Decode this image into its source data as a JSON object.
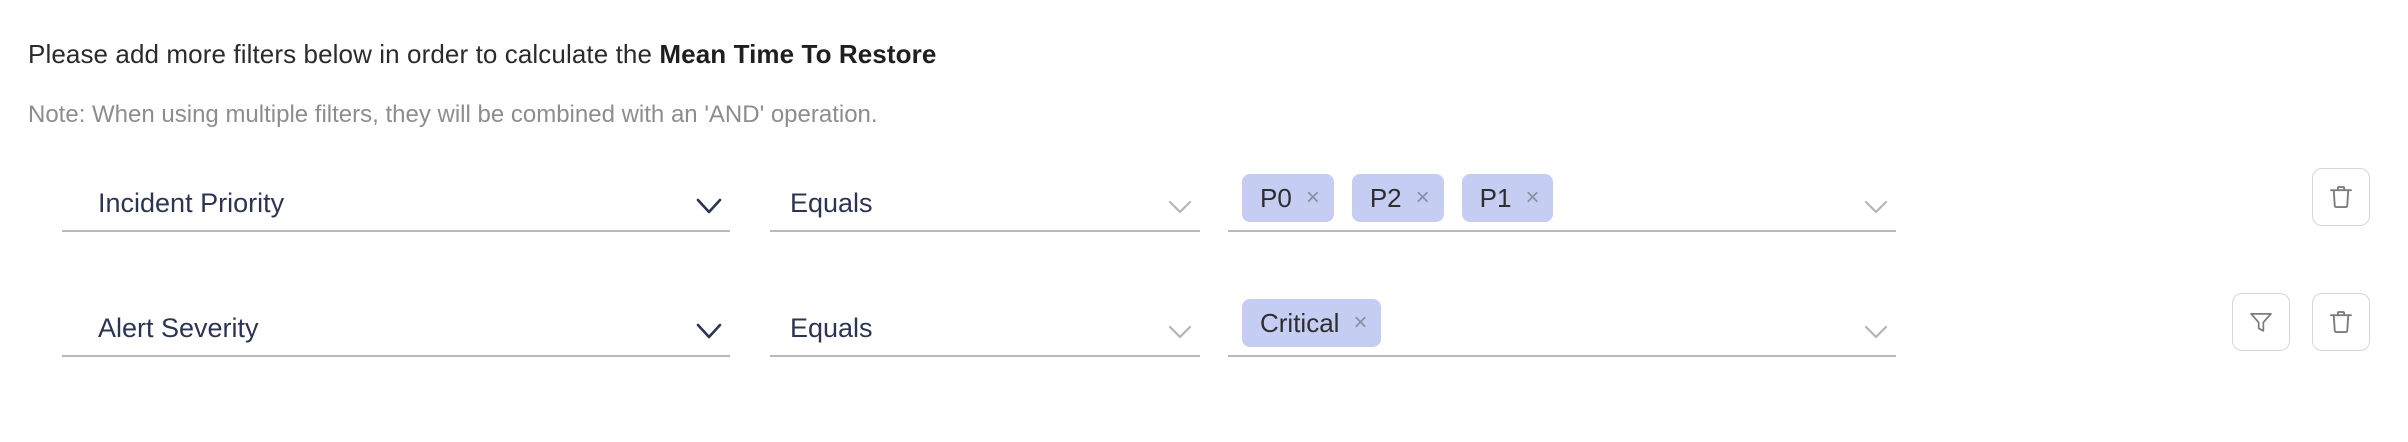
{
  "heading": {
    "prefix": "Please add more filters below in order to calculate the ",
    "metric": "Mean Time To Restore"
  },
  "note": "Note: When using multiple filters, they will be combined with an 'AND' operation.",
  "colors": {
    "chip_background": "#c5cdf2",
    "field_text": "#2b3553",
    "note_text": "#8d8d8d",
    "underline": "#b9b9b9",
    "button_border": "#d6d6d6"
  },
  "filters": [
    {
      "field": "Incident Priority",
      "operator": "Equals",
      "values": [
        "P0",
        "P2",
        "P1"
      ],
      "remove_label": "×",
      "actions": [
        "delete-button"
      ]
    },
    {
      "field": "Alert Severity",
      "operator": "Equals",
      "values": [
        "Critical"
      ],
      "remove_label": "×",
      "actions": [
        "add-filter-button",
        "delete-button"
      ]
    }
  ],
  "icons": {
    "field_chevron": "chevron-down-icon",
    "operator_chevron": "chevron-down-icon",
    "values_chevron": "chevron-down-icon",
    "delete": "trash-icon",
    "add_filter": "funnel-icon"
  }
}
